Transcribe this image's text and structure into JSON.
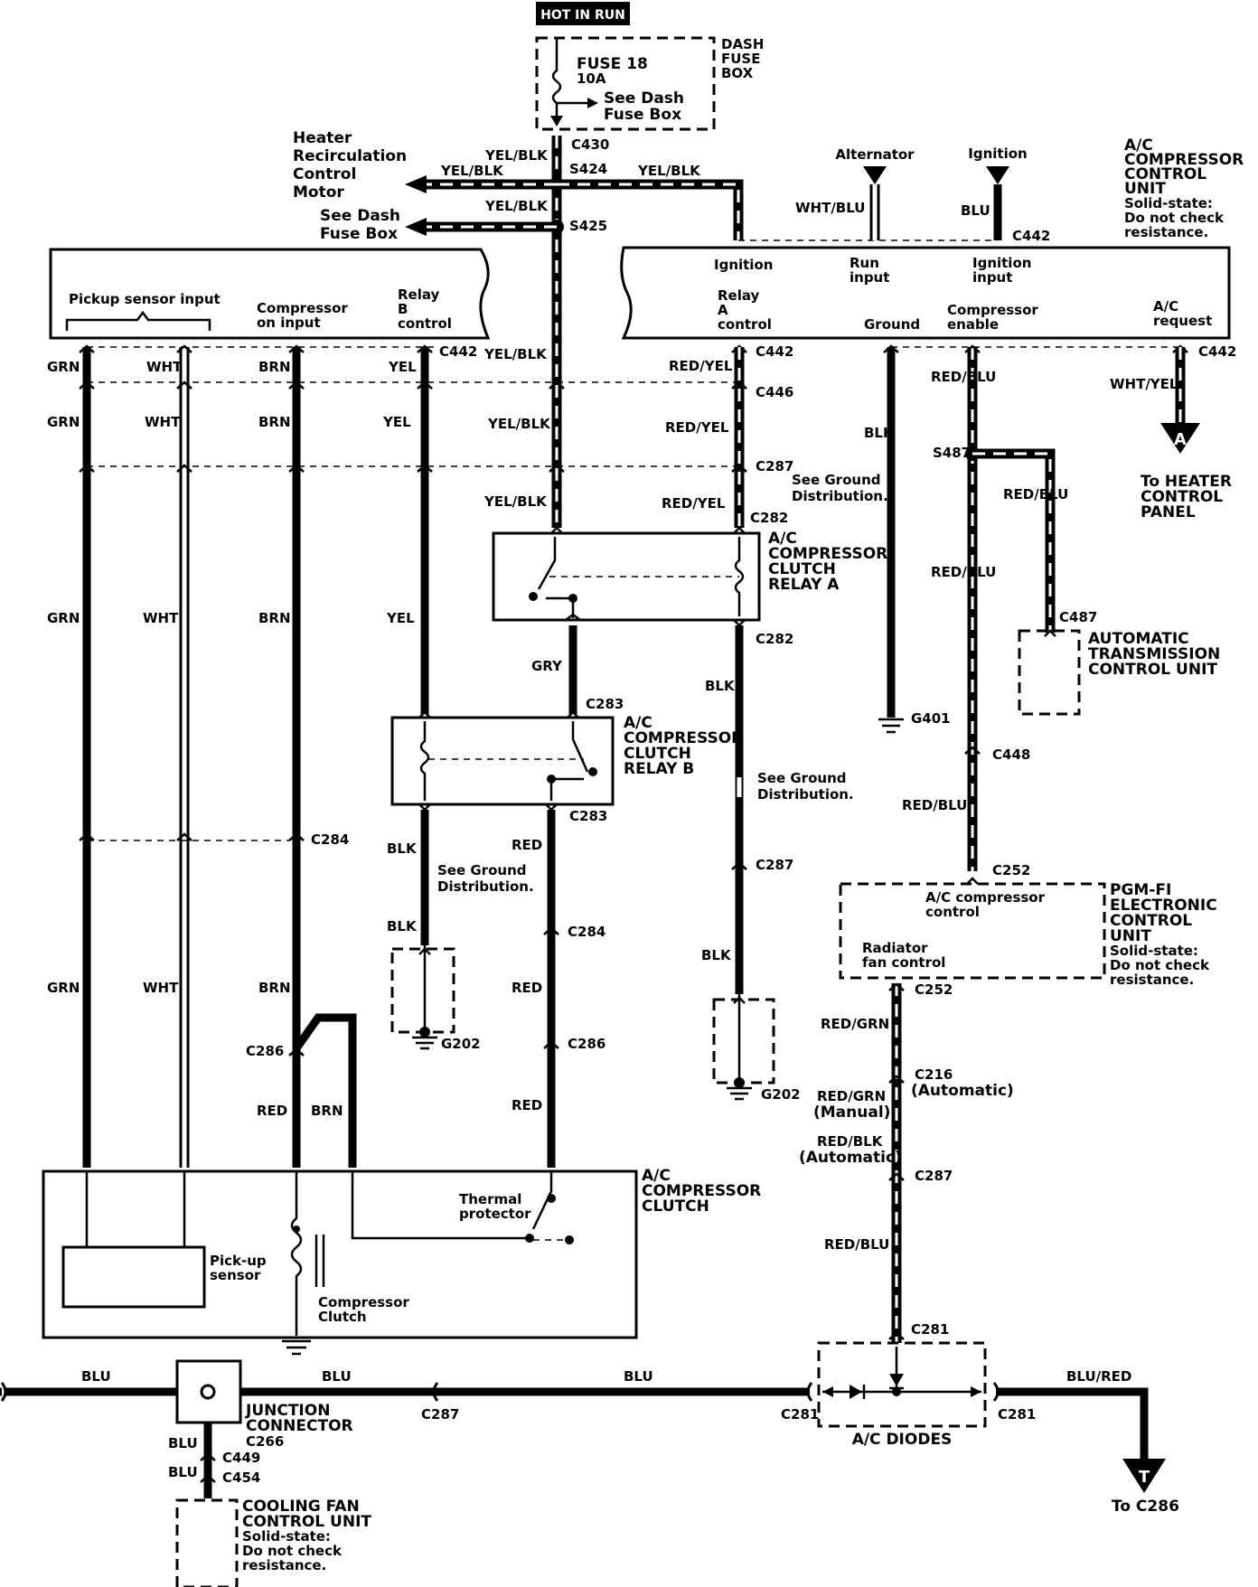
{
  "source": {
    "badge": "HOT IN RUN",
    "fuse_name": "FUSE 18",
    "fuse_rating": "10A",
    "see_dash": [
      "See Dash",
      "Fuse Box"
    ],
    "dash_fuse_box": [
      "DASH",
      "FUSE",
      "BOX"
    ]
  },
  "top": {
    "heater_motor": [
      "Heater",
      "Recirculation",
      "Control",
      "Motor"
    ],
    "see_dash_fuse_box": [
      "See Dash",
      "Fuse Box"
    ],
    "alternator": "Alternator",
    "ignition": "Ignition",
    "acccu": [
      "A/C",
      "COMPRESSOR",
      "CONTROL",
      "UNIT",
      "Solid-state:",
      "Do not check",
      "resistance."
    ]
  },
  "left_unit": {
    "pickup_sensor_input": "Pickup sensor input",
    "compressor_on_input": [
      "Compressor",
      "on input"
    ],
    "relay_b_control": [
      "Relay",
      "B",
      "control"
    ]
  },
  "right_unit": {
    "ignition": "Ignition",
    "run_input": [
      "Run",
      "input"
    ],
    "ignition_input": [
      "Ignition",
      "input"
    ],
    "relay_a_control": [
      "Relay",
      "A",
      "control"
    ],
    "ground": "Ground",
    "compressor_enable": [
      "Compressor",
      "enable"
    ],
    "ac_request": [
      "A/C",
      "request"
    ]
  },
  "wire_colors": {
    "grn": "GRN",
    "wht": "WHT",
    "brn": "BRN",
    "yel": "YEL",
    "yel_blk": "YEL/BLK",
    "red_yel": "RED/YEL",
    "red_blu": "RED/BLU",
    "blk": "BLK",
    "gry": "GRY",
    "red": "RED",
    "wht_yel": "WHT/YEL",
    "wht_blu": "WHT/BLU",
    "blu": "BLU",
    "red_grn": "RED/GRN",
    "red_blk": "RED/BLK",
    "blu_red": "BLU/RED"
  },
  "connectors": {
    "c430": "C430",
    "s424": "S424",
    "s425": "S425",
    "c442": "C442",
    "c446": "C446",
    "c287": "C287",
    "c282": "C282",
    "c283": "C283",
    "c284": "C284",
    "c286": "C286",
    "s487": "S487",
    "c487": "C487",
    "g401": "G401",
    "c448": "C448",
    "c252": "C252",
    "g202": "G202",
    "c216": "C216",
    "c281": "C281",
    "c266": "C266",
    "c449": "C449",
    "c454": "C454"
  },
  "components": {
    "relay_a": [
      "A/C",
      "COMPRESSOR",
      "CLUTCH",
      "RELAY A"
    ],
    "relay_b": [
      "A/C",
      "COMPRESSOR",
      "CLUTCH",
      "RELAY B"
    ],
    "atcu": [
      "AUTOMATIC",
      "TRANSMISSION",
      "CONTROL UNIT"
    ],
    "to_heater": [
      "To HEATER",
      "CONTROL",
      "PANEL"
    ],
    "pgmfi": [
      "PGM-FI",
      "ELECTRONIC",
      "CONTROL",
      "UNIT",
      "Solid-state:",
      "Do not check",
      "resistance."
    ],
    "pgmfi_ac": [
      "A/C compressor",
      "control"
    ],
    "pgmfi_fan": [
      "Radiator",
      "fan control"
    ],
    "clutch": [
      "A/C",
      "COMPRESSOR",
      "CLUTCH"
    ],
    "thermal": [
      "Thermal",
      "protector"
    ],
    "pickup_sensor": [
      "Pick-up",
      "sensor"
    ],
    "compressor_clutch": [
      "Compressor",
      "Clutch"
    ],
    "junction": [
      "JUNCTION",
      "CONNECTOR"
    ],
    "cooling_fan": [
      "COOLING FAN",
      "CONTROL UNIT",
      "Solid-state:",
      "Do not check",
      "resistance."
    ],
    "ac_diodes": "A/C DIODES",
    "to_c286": "To C286",
    "ref_a": "A",
    "ref_t": "T"
  },
  "notes": {
    "see_ground": [
      "See Ground",
      "Distribution."
    ],
    "automatic": "(Automatic)",
    "manual": "(Manual)"
  }
}
